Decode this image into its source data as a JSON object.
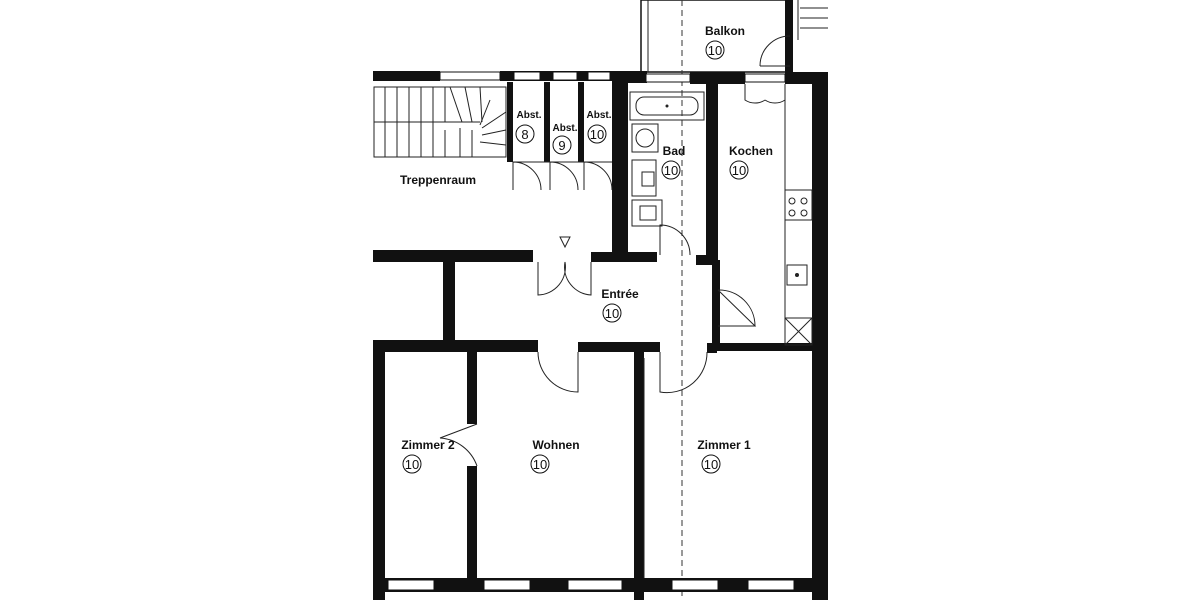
{
  "rooms": {
    "balkon": {
      "label": "Balkon",
      "number": "10"
    },
    "bad": {
      "label": "Bad",
      "number": "10"
    },
    "kochen": {
      "label": "Kochen",
      "number": "10"
    },
    "treppenraum": {
      "label": "Treppenraum"
    },
    "abst8": {
      "label": "Abst.",
      "number": "8"
    },
    "abst9": {
      "label": "Abst.",
      "number": "9"
    },
    "abst10": {
      "label": "Abst.",
      "number": "10"
    },
    "entree": {
      "label": "Entrée",
      "number": "10"
    },
    "zimmer2": {
      "label": "Zimmer 2",
      "number": "10"
    },
    "wohnen": {
      "label": "Wohnen",
      "number": "10"
    },
    "zimmer1": {
      "label": "Zimmer 1",
      "number": "10"
    }
  }
}
